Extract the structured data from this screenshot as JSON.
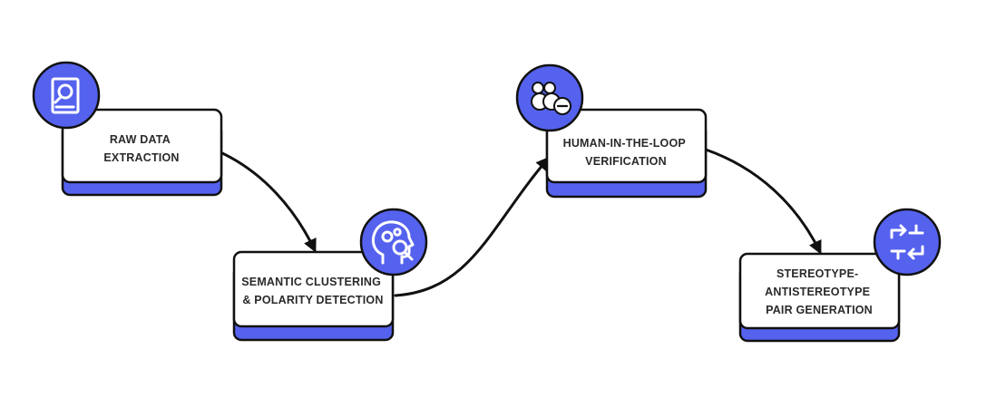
{
  "diagram": {
    "steps": [
      {
        "id": "raw-data-extraction",
        "lines": [
          "RAW DATA",
          "EXTRACTION"
        ],
        "icon": "document-search-icon"
      },
      {
        "id": "semantic-clustering",
        "lines": [
          "SEMANTIC CLUSTERING",
          "& POLARITY DETECTION"
        ],
        "icon": "head-gears-search-icon"
      },
      {
        "id": "human-in-the-loop",
        "lines": [
          "HUMAN-IN-THE-LOOP",
          "VERIFICATION"
        ],
        "icon": "people-minus-icon"
      },
      {
        "id": "pair-generation",
        "lines": [
          "STEREOTYPE-",
          "ANTISTEREOTYPE",
          "PAIR GENERATION"
        ],
        "icon": "swap-arrows-icon"
      }
    ],
    "colors": {
      "accent": "#5562ee",
      "card": "#ffffff",
      "outline": "#111111",
      "text": "#2a2a2a"
    }
  }
}
